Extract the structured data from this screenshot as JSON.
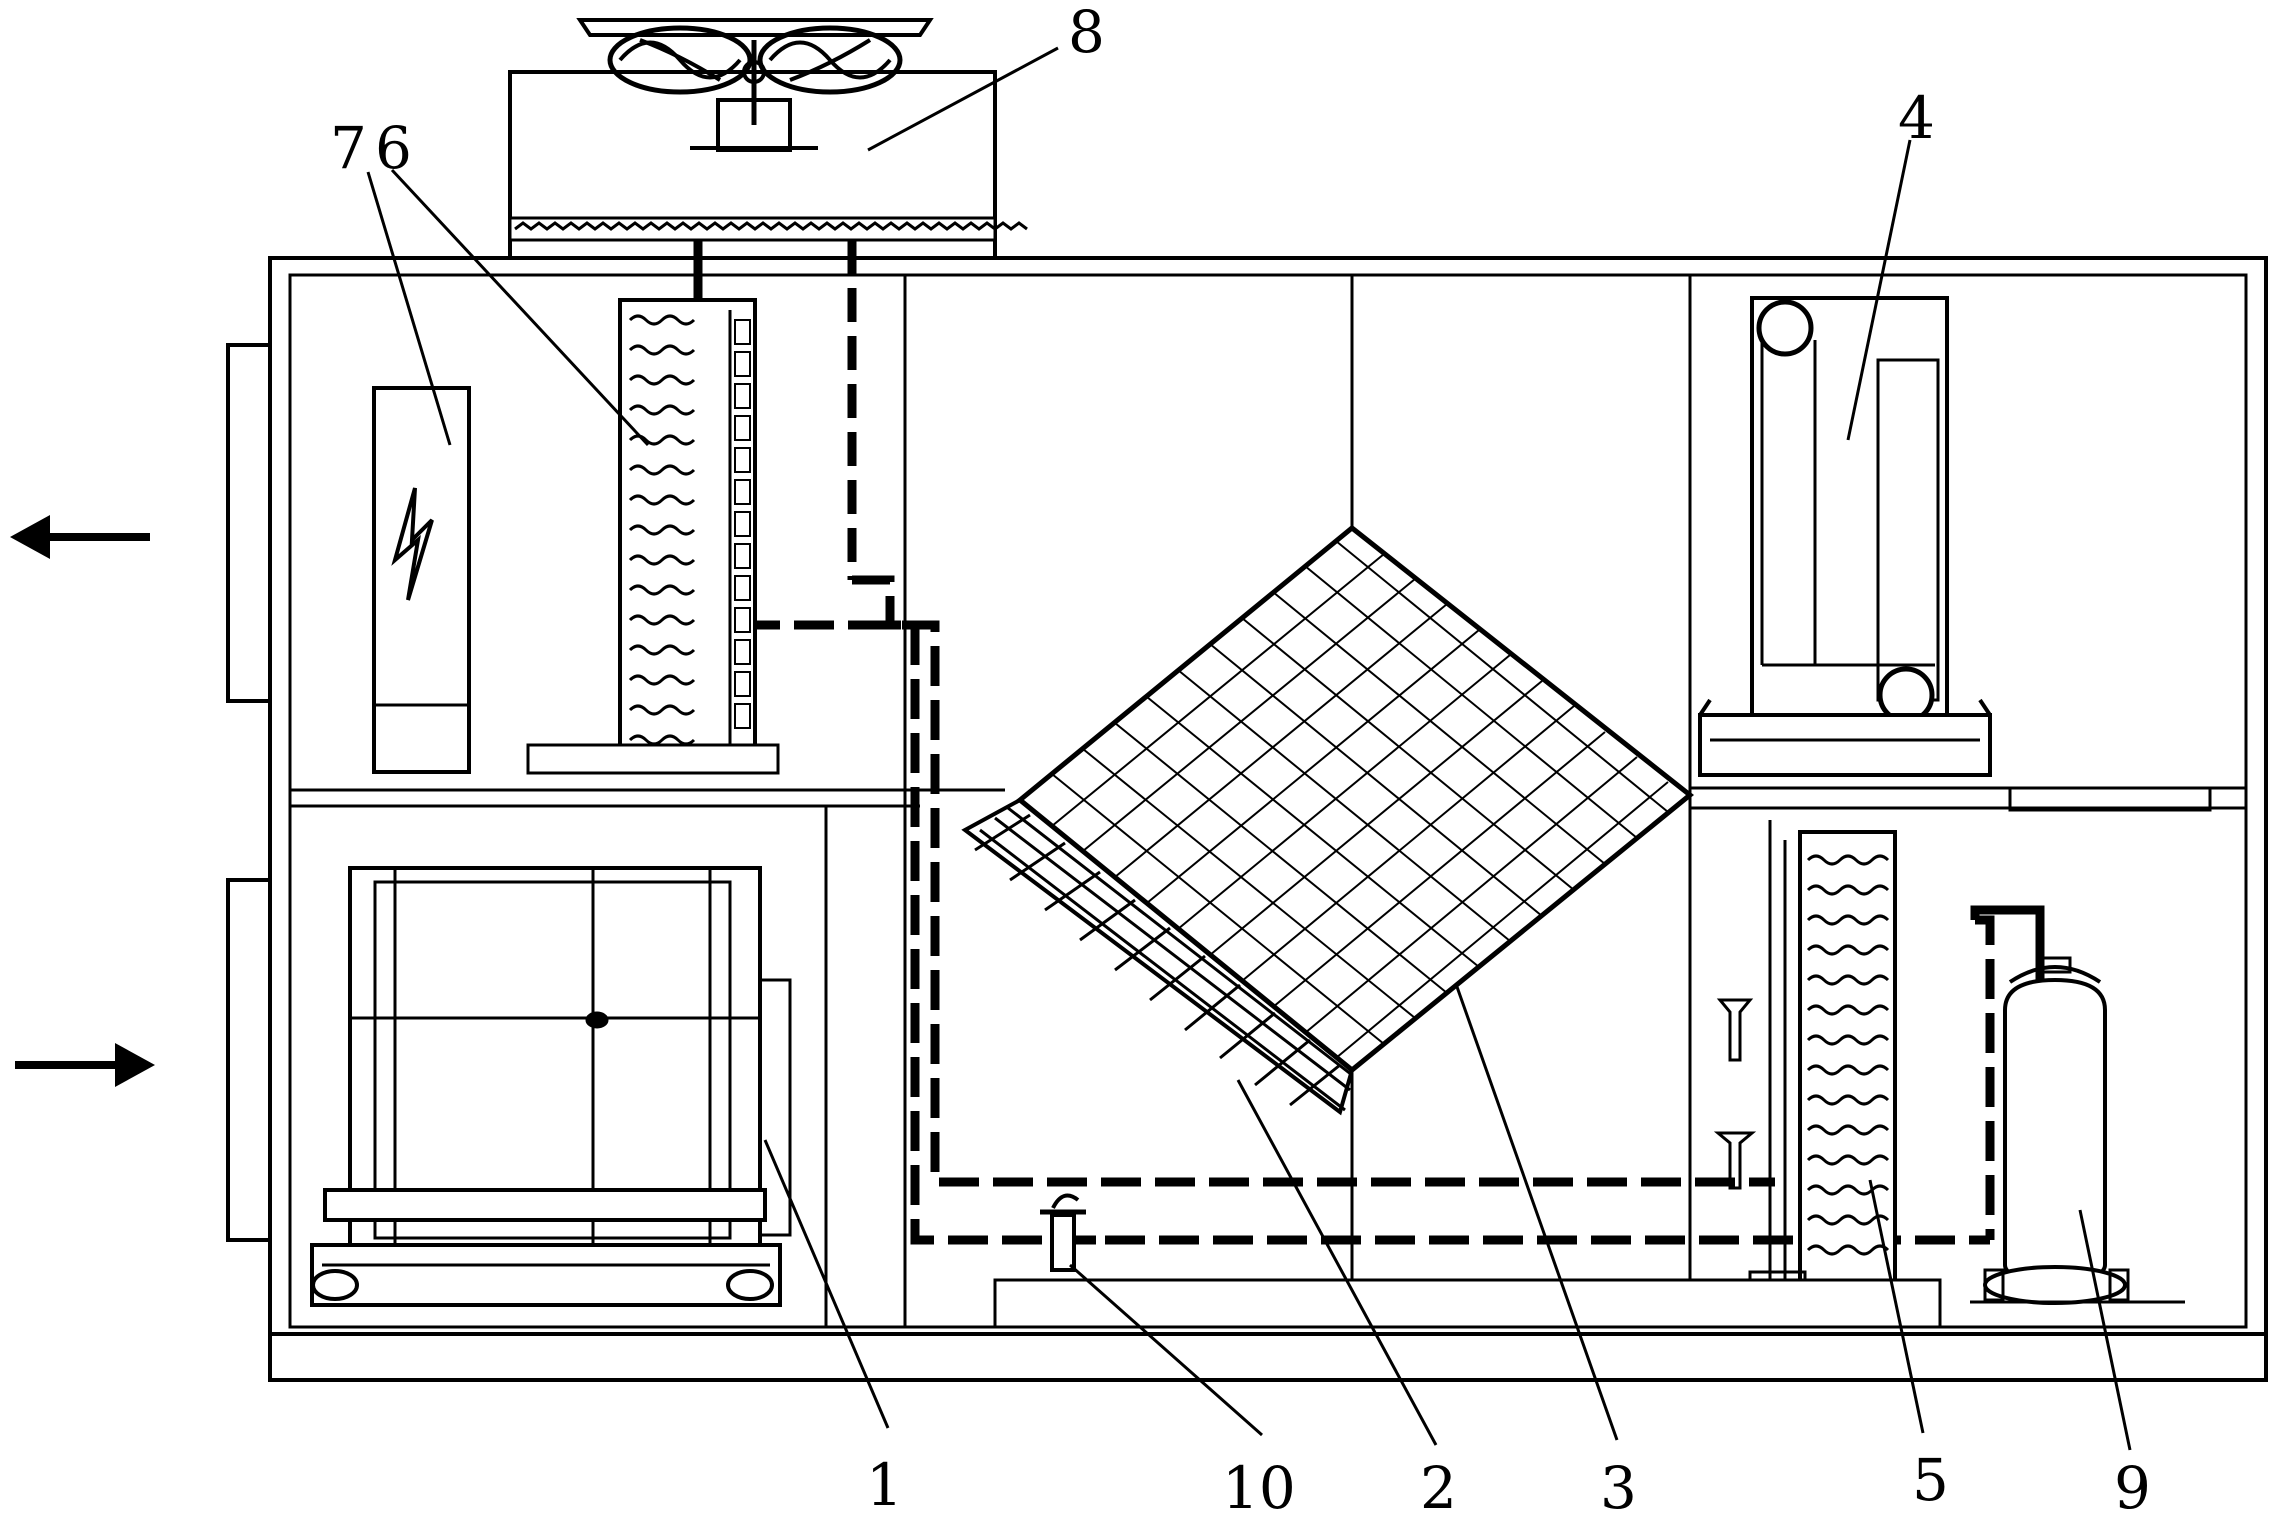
{
  "figure": {
    "colors": {
      "stroke": "#000000",
      "background": "#ffffff",
      "wall_fill": "#ffffff"
    },
    "arrows": [
      {
        "id": "outlet-arrow",
        "direction": "left"
      },
      {
        "id": "inlet-arrow",
        "direction": "right"
      }
    ],
    "labels": [
      {
        "id": "label-1",
        "text": "1"
      },
      {
        "id": "label-2",
        "text": "2"
      },
      {
        "id": "label-3",
        "text": "3"
      },
      {
        "id": "label-4",
        "text": "4"
      },
      {
        "id": "label-5",
        "text": "5"
      },
      {
        "id": "label-6",
        "text": "6"
      },
      {
        "id": "label-7",
        "text": "7"
      },
      {
        "id": "label-8",
        "text": "8"
      },
      {
        "id": "label-9",
        "text": "9"
      },
      {
        "id": "label-10",
        "text": "10"
      }
    ],
    "components": [
      {
        "id": "label-1",
        "name": "filter-unit",
        "icon": "filter-icon"
      },
      {
        "id": "label-2",
        "name": "heat-exchanger-lower-section",
        "icon": "grid-icon"
      },
      {
        "id": "label-3",
        "name": "heat-exchanger-core",
        "icon": "grid-icon"
      },
      {
        "id": "label-4",
        "name": "exhaust-fan",
        "icon": "fan-icon"
      },
      {
        "id": "label-5",
        "name": "evaporator-coil",
        "icon": "coil-icon"
      },
      {
        "id": "label-6",
        "name": "condenser-coil",
        "icon": "coil-icon"
      },
      {
        "id": "label-7",
        "name": "electric-heater",
        "icon": "lightning-icon"
      },
      {
        "id": "label-8",
        "name": "outdoor-condenser-fan",
        "icon": "fan-icon"
      },
      {
        "id": "label-9",
        "name": "compressor",
        "icon": "compressor-icon"
      },
      {
        "id": "label-10",
        "name": "expansion-valve",
        "icon": "valve-icon"
      }
    ],
    "fans": [
      {
        "id": "outdoor-fan-left",
        "rotation": "clockwise"
      },
      {
        "id": "outdoor-fan-right",
        "rotation": "counterclockwise"
      }
    ]
  }
}
